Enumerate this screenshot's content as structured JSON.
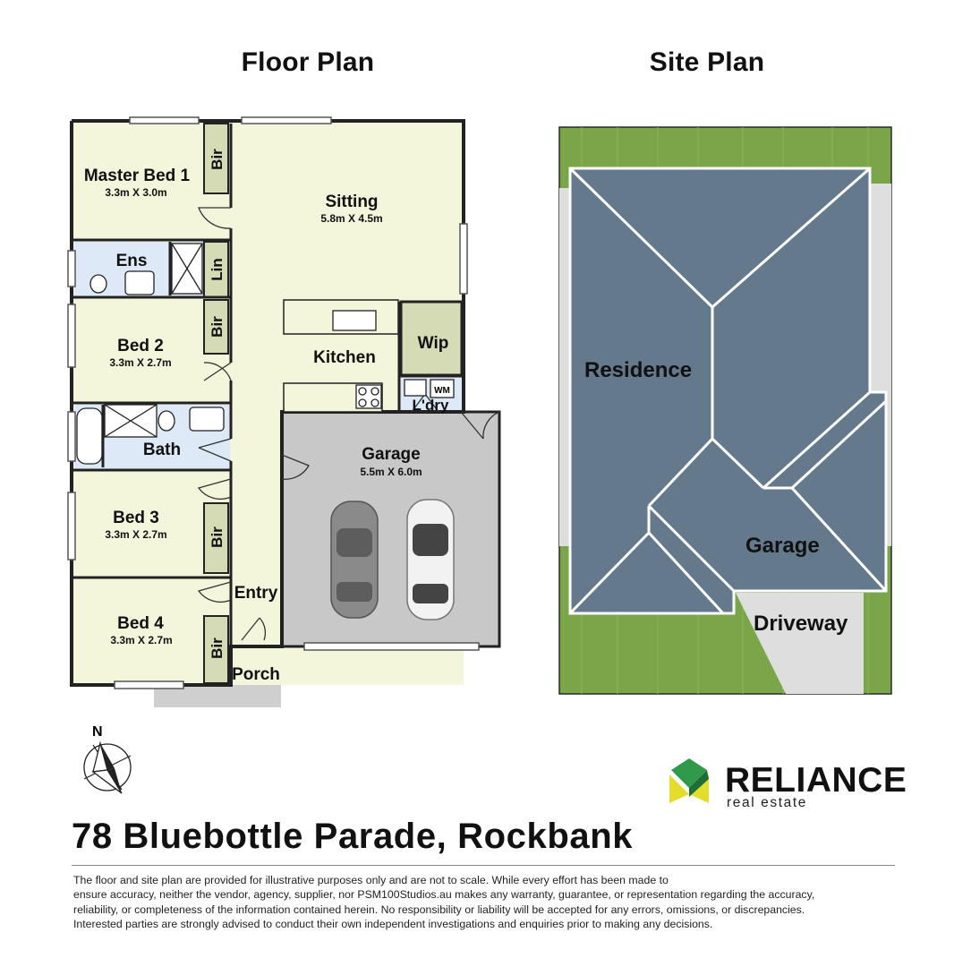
{
  "headings": {
    "floor_plan": "Floor Plan",
    "site_plan": "Site Plan"
  },
  "rooms": {
    "master_bed": {
      "name": "Master Bed 1",
      "dims": "3.3m X 3.0m"
    },
    "sitting": {
      "name": "Sitting",
      "dims": "5.8m X 4.5m"
    },
    "ens": {
      "name": "Ens"
    },
    "lin": {
      "name": "Lin"
    },
    "bed2": {
      "name": "Bed 2",
      "dims": "3.3m X 2.7m"
    },
    "kitchen": {
      "name": "Kitchen"
    },
    "wip": {
      "name": "Wip"
    },
    "laundry": {
      "name": "L'dry",
      "wm": "WM"
    },
    "bath": {
      "name": "Bath"
    },
    "garage": {
      "name": "Garage",
      "dims": "5.5m X 6.0m"
    },
    "bed3": {
      "name": "Bed 3",
      "dims": "3.3m X 2.7m"
    },
    "entry": {
      "name": "Entry"
    },
    "bed4": {
      "name": "Bed 4",
      "dims": "3.3m X 2.7m"
    },
    "porch": {
      "name": "Porch"
    },
    "bir": "Bir"
  },
  "site": {
    "residence": "Residence",
    "garage": "Garage",
    "driveway": "Driveway"
  },
  "compass": {
    "north": "N"
  },
  "brand": {
    "name": "RELIANCE",
    "sub": "real estate"
  },
  "address": "78 Bluebottle Parade, Rockbank",
  "disclaimer": [
    "The floor and site plan are provided for illustrative purposes only and are not to scale. While every effort has been made to",
    "ensure accuracy, neither the vendor, agency, supplier, nor PSM100Studios.au makes any warranty, guarantee, or representation regarding the accuracy,",
    "reliability, or completeness of the information contained herein. No responsibility or liability will be accepted for any errors, omissions, or discrepancies.",
    "Interested parties are strongly advised to conduct their own independent investigations and enquiries prior to making any decisions."
  ],
  "colors": {
    "room_fill": "#f4f6dc",
    "robe_fill": "#d5dbb4",
    "wet_fill": "#dde9f7",
    "garage_fill": "#c8c8c8",
    "roof_fill": "#64798c",
    "lawn": "#7aa548",
    "paving": "#dedede",
    "brand_green": "#2e9a4a",
    "brand_yellow": "#e5dd2e"
  }
}
